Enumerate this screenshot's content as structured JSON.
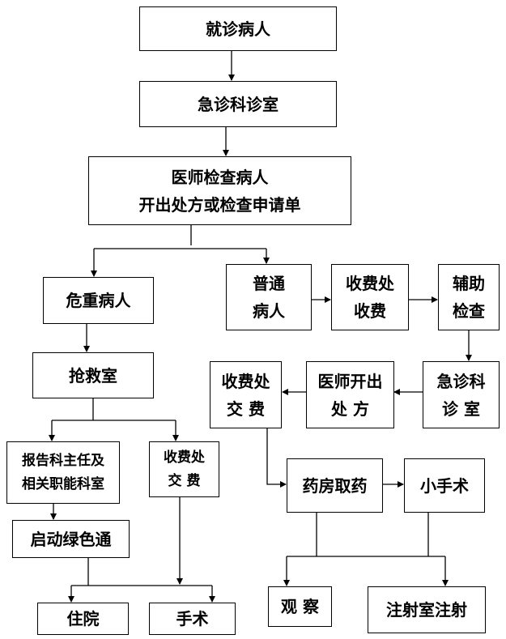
{
  "nodes": {
    "jiuzhen": [
      "就诊病人"
    ],
    "jizhenke1": [
      "急诊科诊室"
    ],
    "yishi_jiancha": [
      "医师检查病人",
      "开出处方或检查申请单"
    ],
    "weizhong": [
      "危重病人"
    ],
    "putong": [
      "普通",
      "病人"
    ],
    "shoufei1": [
      "收费处",
      "收费"
    ],
    "fuzhu": [
      "辅助",
      "检查"
    ],
    "qiangjiu": [
      "抢救室"
    ],
    "shoufei2": [
      "收费处",
      "交 费"
    ],
    "yishi_kaichu": [
      "医师开出",
      "处   方"
    ],
    "jizhenke2": [
      "急诊科",
      "诊 室"
    ],
    "baogao": [
      "报告科主任及",
      "相关职能科室"
    ],
    "shoufei3": [
      "收费处",
      "交 费"
    ],
    "yaofang": [
      "药房取药"
    ],
    "xiaoshoushu": [
      "小手术"
    ],
    "lvse": [
      "启动绿色通"
    ],
    "guancha": [
      "观  察"
    ],
    "zhushe": [
      "注射室注射"
    ],
    "zhuyuan": [
      "住院"
    ],
    "shoushu": [
      "手术"
    ]
  },
  "colors": {
    "line": "#000000",
    "box_border": "#000000",
    "text": "#000000"
  }
}
